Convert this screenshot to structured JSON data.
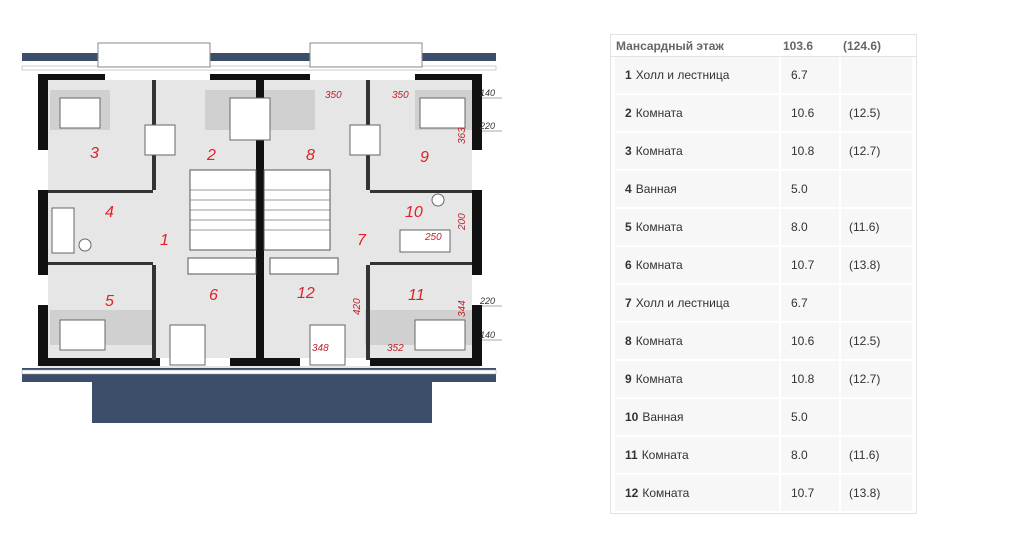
{
  "plan": {
    "rooms": [
      {
        "id": 1,
        "label": "1"
      },
      {
        "id": 2,
        "label": "2"
      },
      {
        "id": 3,
        "label": "3"
      },
      {
        "id": 4,
        "label": "4"
      },
      {
        "id": 5,
        "label": "5"
      },
      {
        "id": 6,
        "label": "6"
      },
      {
        "id": 7,
        "label": "7"
      },
      {
        "id": 8,
        "label": "8"
      },
      {
        "id": 9,
        "label": "9"
      },
      {
        "id": 10,
        "label": "10"
      },
      {
        "id": 11,
        "label": "11"
      },
      {
        "id": 12,
        "label": "12"
      }
    ],
    "dimensions": {
      "d350a": "350",
      "d350b": "350",
      "d363": "363",
      "d200": "200",
      "d250": "250",
      "d420": "420",
      "d348": "348",
      "d352": "352",
      "d344": "344",
      "out140top": "140",
      "out220top": "220",
      "out220bot": "220",
      "out140bot": "140"
    },
    "colors": {
      "wall": "#111111",
      "floor": "#e6e6e6",
      "roof": "#3d4e6b",
      "dim": "#c0202a"
    }
  },
  "table": {
    "header": {
      "floor": "Мансардный этаж",
      "area": "103.6",
      "area_total": "(124.6)"
    },
    "rows": [
      {
        "num": "1",
        "name": "Холл и лестница",
        "area": "6.7",
        "area2": ""
      },
      {
        "num": "2",
        "name": "Комната",
        "area": "10.6",
        "area2": "(12.5)"
      },
      {
        "num": "3",
        "name": "Комната",
        "area": "10.8",
        "area2": "(12.7)"
      },
      {
        "num": "4",
        "name": "Ванная",
        "area": "5.0",
        "area2": ""
      },
      {
        "num": "5",
        "name": "Комната",
        "area": "8.0",
        "area2": "(11.6)"
      },
      {
        "num": "6",
        "name": "Комната",
        "area": "10.7",
        "area2": "(13.8)"
      },
      {
        "num": "7",
        "name": "Холл и лестница",
        "area": "6.7",
        "area2": ""
      },
      {
        "num": "8",
        "name": "Комната",
        "area": "10.6",
        "area2": "(12.5)"
      },
      {
        "num": "9",
        "name": "Комната",
        "area": "10.8",
        "area2": "(12.7)"
      },
      {
        "num": "10",
        "name": "Ванная",
        "area": "5.0",
        "area2": ""
      },
      {
        "num": "11",
        "name": "Комната",
        "area": "8.0",
        "area2": "(11.6)"
      },
      {
        "num": "12",
        "name": "Комната",
        "area": "10.7",
        "area2": "(13.8)"
      }
    ]
  }
}
